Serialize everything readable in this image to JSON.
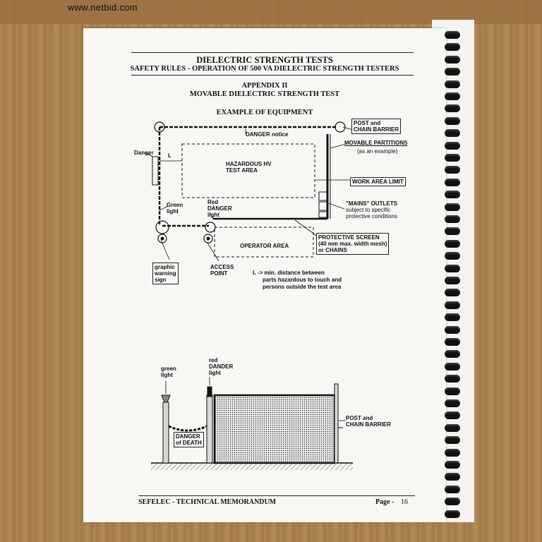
{
  "watermark": "www.netbid.com",
  "header": {
    "title": "DIELECTRIC STRENGTH TESTS",
    "subtitle": "SAFETY RULES - OPERATION OF 500 VA DIELECTRIC STRENGTH TESTERS"
  },
  "appendix": {
    "number": "APPENDIX II",
    "title": "MOVABLE DIELECTRIC STRENGTH TEST"
  },
  "example_title": "EXAMPLE OF EQUIPMENT",
  "diagram1": {
    "danger_notice": "DANGER notice",
    "post_chain": [
      "POST and",
      "CHAIN BARRIER"
    ],
    "movable_partitions": "MOVABLE PARTITIONS",
    "as_example": "(as an example)",
    "danger": "Danger",
    "l_mark": "L",
    "hazard_area": [
      "HAZARDOUS HV",
      "TEST AREA"
    ],
    "work_area_limit": "WORK AREA LIMIT",
    "mains": [
      "\"MAINS\" OUTLETS",
      "subject to specific",
      "protective conditions"
    ],
    "green_light": [
      "Green",
      "light"
    ],
    "red_danger": [
      "Red",
      "DANGER",
      "light"
    ],
    "protective_screen": [
      "PROTECTIVE SCREEN",
      "(40 mm max. width mesh)",
      "or CHAINS"
    ],
    "operator_area": "OPERATOR AREA",
    "graphic_warning": [
      "graphic",
      "warning",
      "sign"
    ],
    "access_point": [
      "ACCESS",
      "POINT"
    ],
    "l_note": [
      "L -> min. distance between",
      "parts hazardous to touch and",
      "persons outside the test area"
    ]
  },
  "diagram2": {
    "green_light": [
      "green",
      "light"
    ],
    "red_light": [
      "red",
      "DANDER",
      "light"
    ],
    "post_chain": [
      "POST and",
      "CHAIN BARRIER"
    ],
    "danger_death": [
      "DANGER",
      "of DEATH"
    ]
  },
  "footer": {
    "left": "SEFELEC - TECHNICAL MEMORANDUM",
    "page_label": "Page -",
    "page_num": "16"
  }
}
